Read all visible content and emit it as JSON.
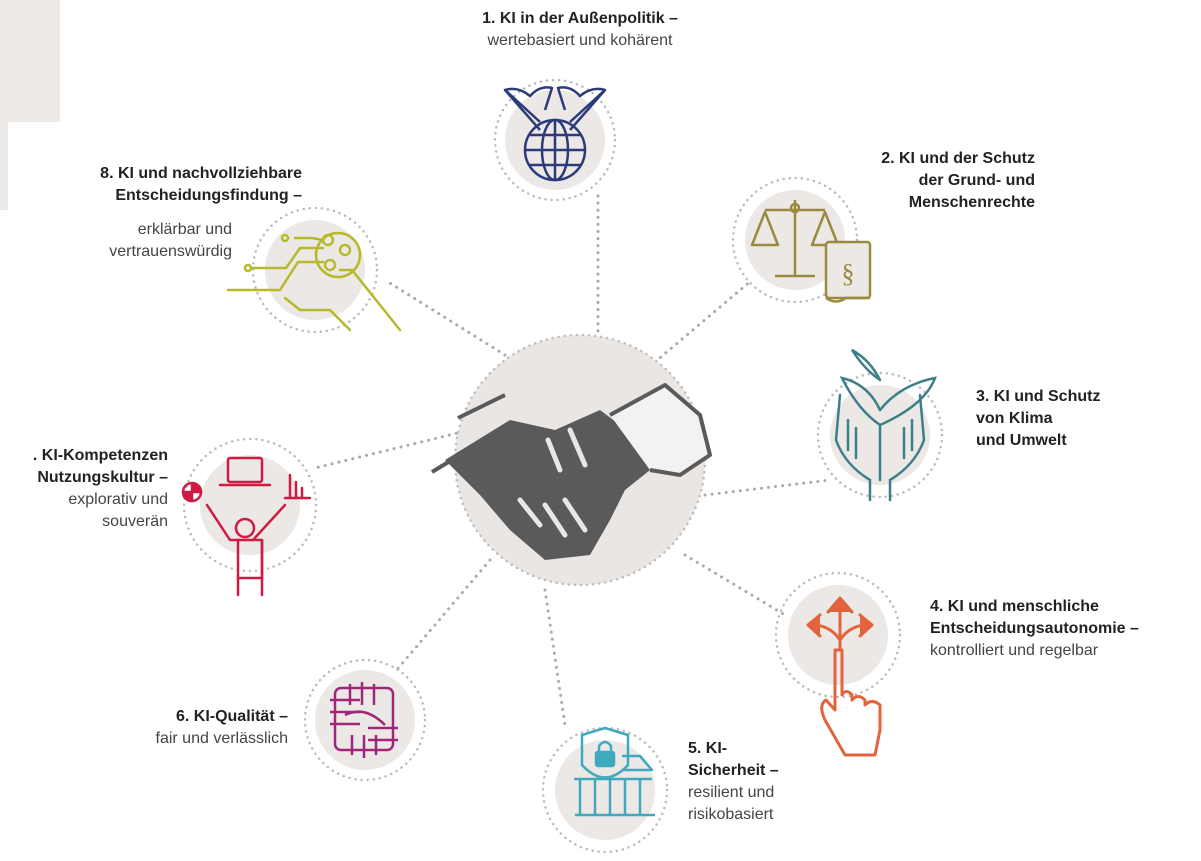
{
  "items": [
    {
      "title_lines": [
        "1. KI in der Außenpolitik –"
      ],
      "sub_lines": [
        "wertebasiert und kohärent"
      ],
      "icon": "globe-flags-icon",
      "color": "#2b3b7a"
    },
    {
      "title_lines": [
        "2. KI und der Schutz",
        "der Grund- und",
        "Menschenrechte"
      ],
      "sub_lines": [],
      "icon": "scales-paragraph-icon",
      "color": "#9a8a3e"
    },
    {
      "title_lines": [
        "3. KI und Schutz",
        "von Klima",
        "und Umwelt"
      ],
      "sub_lines": [],
      "icon": "hands-plant-icon",
      "color": "#3d7f87"
    },
    {
      "title_lines": [
        "4. KI und menschliche",
        "Entscheidungsautonomie –"
      ],
      "sub_lines": [
        "kontrolliert und regelbar"
      ],
      "icon": "pointing-hand-arrows-icon",
      "color": "#e3643c"
    },
    {
      "title_lines": [
        "5. KI-",
        "Sicherheit –"
      ],
      "sub_lines": [
        "resilient und",
        "risikobasiert"
      ],
      "icon": "shield-lock-building-icon",
      "color": "#3fa9bd"
    },
    {
      "title_lines": [
        "6. KI-Qualität –"
      ],
      "sub_lines": [
        "fair und  verlässlich"
      ],
      "icon": "interlocked-hands-icon",
      "color": "#a0267a"
    },
    {
      "title_lines": [
        ". KI-Kompetenzen",
        "Nutzungskultur –"
      ],
      "sub_lines": [
        "explorativ und",
        "souverän"
      ],
      "icon": "person-laptop-chart-icon",
      "color": "#cf1b44"
    },
    {
      "title_lines": [
        "8. KI und nachvollziehbare",
        "Entscheidungsfindung –"
      ],
      "sub_lines": [
        "erklärbar und",
        "vertrauenswürdig"
      ],
      "icon": "circuit-nodes-icon",
      "color": "#b7b92a"
    }
  ],
  "center": {
    "icon": "handshake-icon",
    "color": "#555555"
  }
}
